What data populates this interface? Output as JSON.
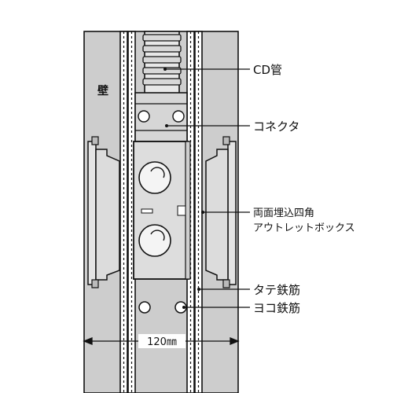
{
  "labels": {
    "wall": "壁",
    "cd_pipe": "CD管",
    "connector": "コネクタ",
    "box_line1": "両面埋込四角",
    "box_line2": "アウトレットボックス",
    "vertical_rebar": "タテ鉄筋",
    "horizontal_rebar": "ヨコ鉄筋",
    "dimension": "120㎜"
  },
  "colors": {
    "wall": "#cdcdcd",
    "box": "#dddddd",
    "line": "#111111",
    "rebar": "#ffffff"
  }
}
